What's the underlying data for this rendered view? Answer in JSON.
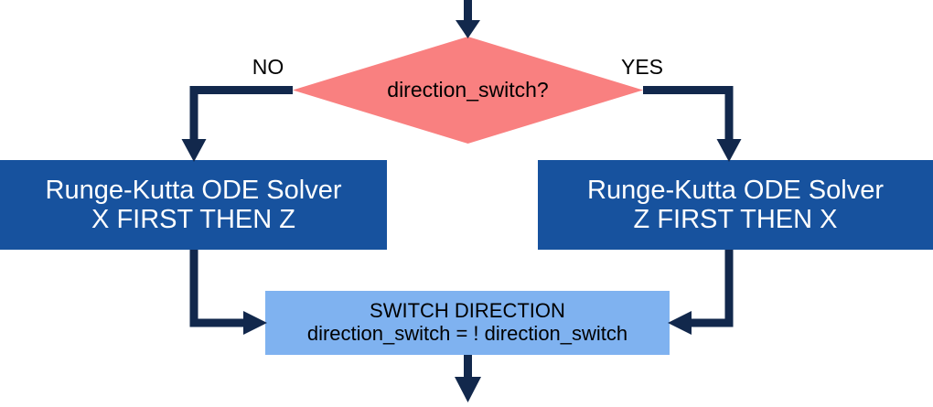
{
  "diagram": {
    "title": "direction switch flowchart",
    "colors": {
      "decision_fill": "#F98080",
      "process_fill": "#17529E",
      "switch_fill": "#7FB2F0",
      "connector": "#12284C",
      "process_text": "#FFFFFF",
      "label_text": "#000000",
      "background": "#FFFFFF"
    },
    "nodes": {
      "decision": {
        "shape": "diamond",
        "text": "direction_switch?"
      },
      "solver_x_first": {
        "shape": "rectangle",
        "line1": "Runge-Kutta ODE Solver",
        "line2": "X FIRST THEN Z"
      },
      "solver_z_first": {
        "shape": "rectangle",
        "line1": "Runge-Kutta ODE Solver",
        "line2": "Z FIRST THEN X"
      },
      "switch_direction": {
        "shape": "rectangle",
        "line1": "SWITCH DIRECTION",
        "line2": "direction_switch = ! direction_switch"
      }
    },
    "edges": {
      "no_label": "NO",
      "yes_label": "YES"
    }
  }
}
